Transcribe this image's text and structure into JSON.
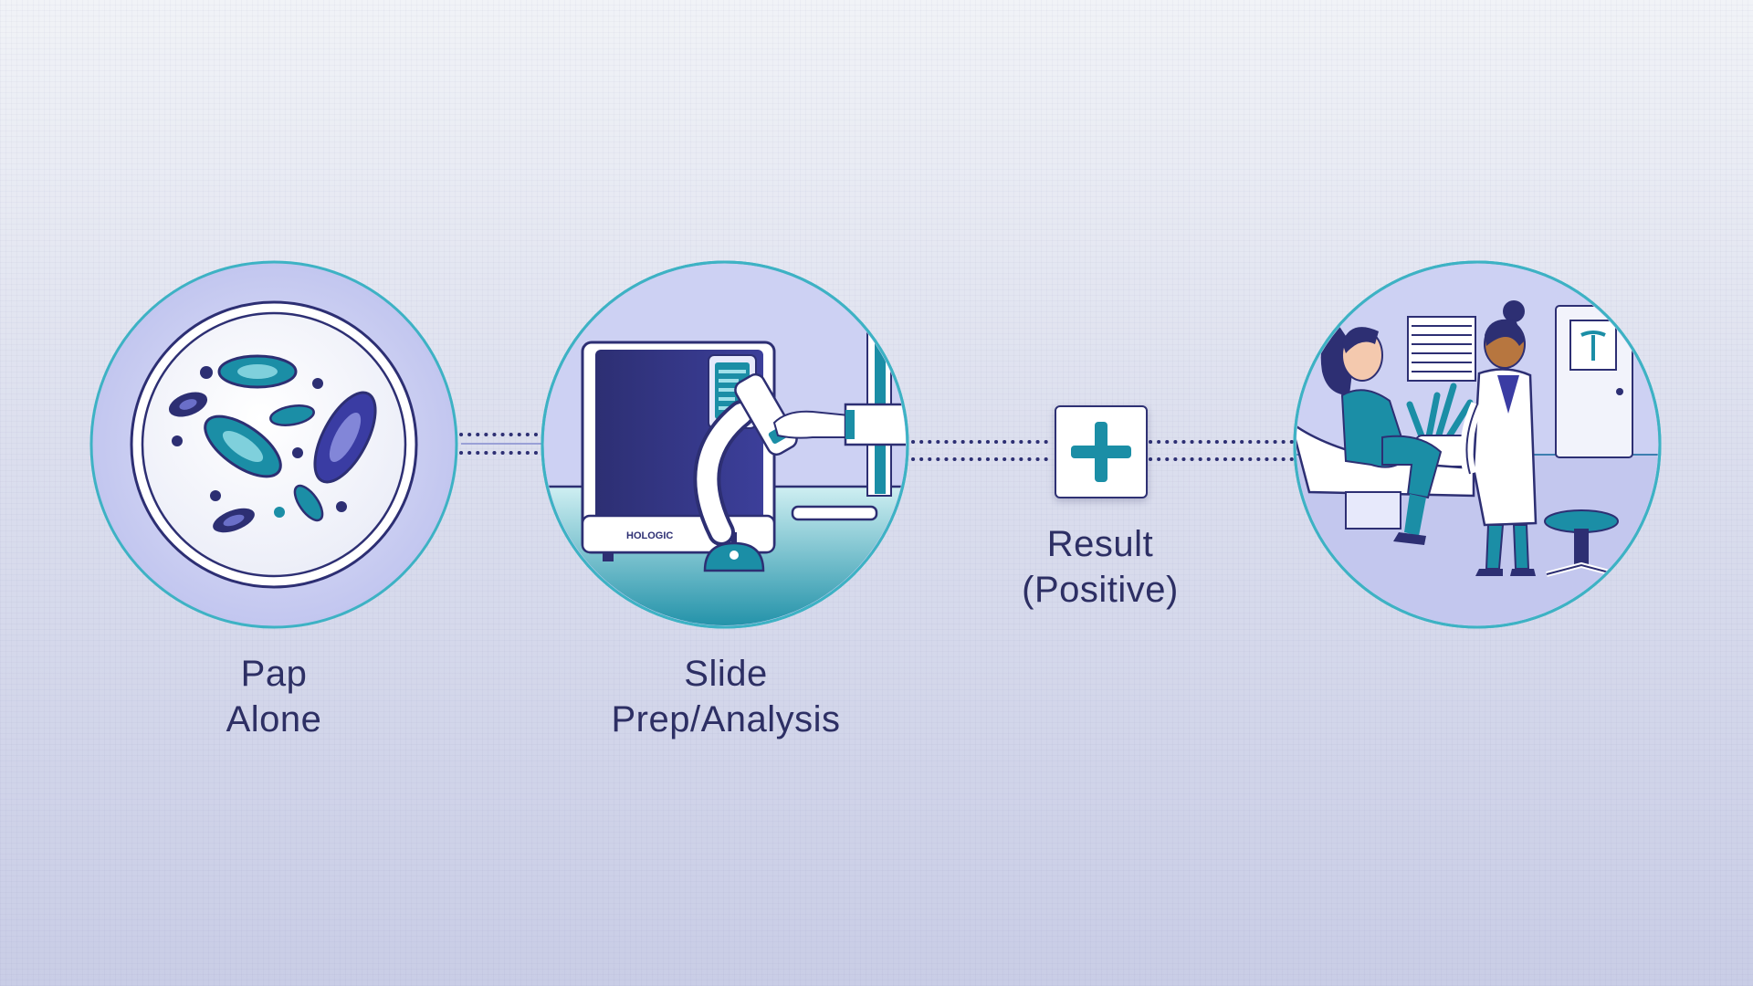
{
  "steps": [
    {
      "id": "pap",
      "label_line1": "Pap",
      "label_line2": "Alone",
      "icon": "cells-petri-dish-icon"
    },
    {
      "id": "slide",
      "label_line1": "Slide",
      "label_line2": "Prep/Analysis",
      "icon": "lab-instrument-microscope-icon",
      "brand_text": "HOLOGIC"
    },
    {
      "id": "result",
      "label_line1": "Result",
      "label_line2": "(Positive)",
      "icon": "plus-icon"
    },
    {
      "id": "consult",
      "icon": "doctor-patient-consultation-icon"
    }
  ],
  "colors": {
    "navy": "#2d2f73",
    "teal": "#1b8ea6",
    "lavender": "#c9cdf0",
    "text": "#2d2f64"
  }
}
